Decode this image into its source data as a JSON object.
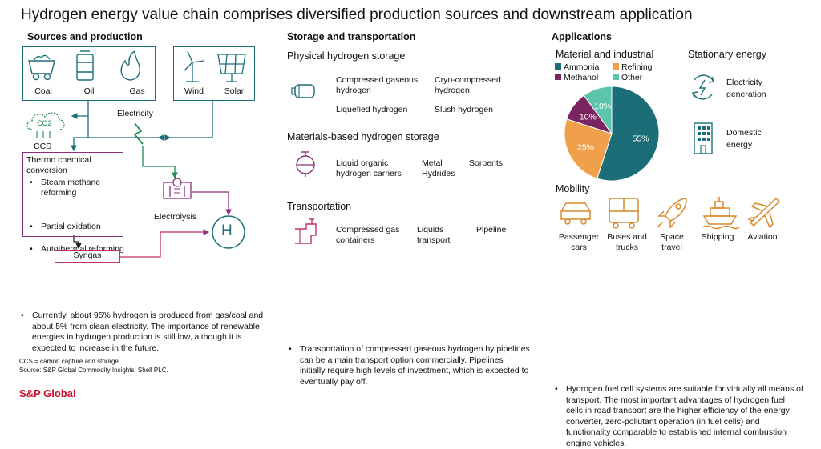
{
  "title": "Hydrogen energy value chain comprises diversified production sources and downstream application",
  "sources": {
    "heading": "Sources and production",
    "fossil": [
      "Coal",
      "Oil",
      "Gas"
    ],
    "renewable": [
      "Wind",
      "Solar"
    ],
    "electricity": "Electricity",
    "ccs": "CCS",
    "co2": "CO2",
    "thermo_title": "Thermo chemical conversion",
    "thermo_items": [
      "Steam methane reforming",
      "Partial oxidation",
      "Autothermal reforming"
    ],
    "electrolysis": "Electrolysis",
    "syngas": "Syngas",
    "h_label": "H",
    "bullet": "Currently, about 95% hydrogen is produced from gas/coal and about 5% from clean electricity. The importance of renewable energies in hydrogen production is still low, although it is expected to increase in the future."
  },
  "storage": {
    "heading": "Storage and transportation",
    "physical": {
      "title": "Physical hydrogen storage",
      "items": [
        "Compressed gaseous hydrogen",
        "Cryo-compressed hydrogen",
        "Liquefied hydrogen",
        "Slush hydrogen"
      ]
    },
    "materials": {
      "title": "Materials-based hydrogen storage",
      "items": [
        "Liquid organic hydrogen carriers",
        "Metal Hydrides",
        "Sorbents"
      ]
    },
    "transport": {
      "title": "Transportation",
      "items": [
        "Compressed gas containers",
        "Liquids transport",
        "Pipeline"
      ]
    },
    "bullet": "Transportation of compressed gaseous hydrogen by pipelines can be a main transport option commercially. Pipelines initially require high levels of investment, which is expected to eventually pay off."
  },
  "applications": {
    "heading": "Applications",
    "material_title": "Material and industrial",
    "stationary_title": "Stationary energy",
    "stationary_items": [
      "Electricity generation",
      "Domestic energy"
    ],
    "mobility_title": "Mobility",
    "mobility_items": [
      "Passenger cars",
      "Buses and trucks",
      "Space travel",
      "Shipping",
      "Aviation"
    ],
    "bullet": "Hydrogen fuel cell systems are suitable for virtually all means of transport. The most important advantages of hydrogen fuel cells in road transport are the higher efficiency of the energy converter, zero-pollutant operation (in fuel cells) and functionality comparable to established internal combustion engine vehicles."
  },
  "chart_data": {
    "type": "pie",
    "categories": [
      "Ammonia",
      "Refining",
      "Methanol",
      "Other"
    ],
    "values": [
      55,
      25,
      10,
      10
    ],
    "value_labels": [
      "55%",
      "25%",
      "10%",
      "10%"
    ],
    "colors": [
      "#1b6e78",
      "#f0a04b",
      "#7a2462",
      "#5cc4ab"
    ],
    "title": "",
    "legend_placement": "top"
  },
  "footnotes": {
    "ccs_note": "CCS = carbon capture and storage.",
    "source": "Source: S&P Global Commodity Insights; Shell PLC."
  },
  "logo_text": "S&P Global",
  "colors": {
    "teal": "#1b6e78",
    "purple": "#8a2f7b",
    "green": "#1e8c4e",
    "orange": "#d98a2b",
    "crimson": "#c8102e",
    "pink": "#c2306b"
  }
}
